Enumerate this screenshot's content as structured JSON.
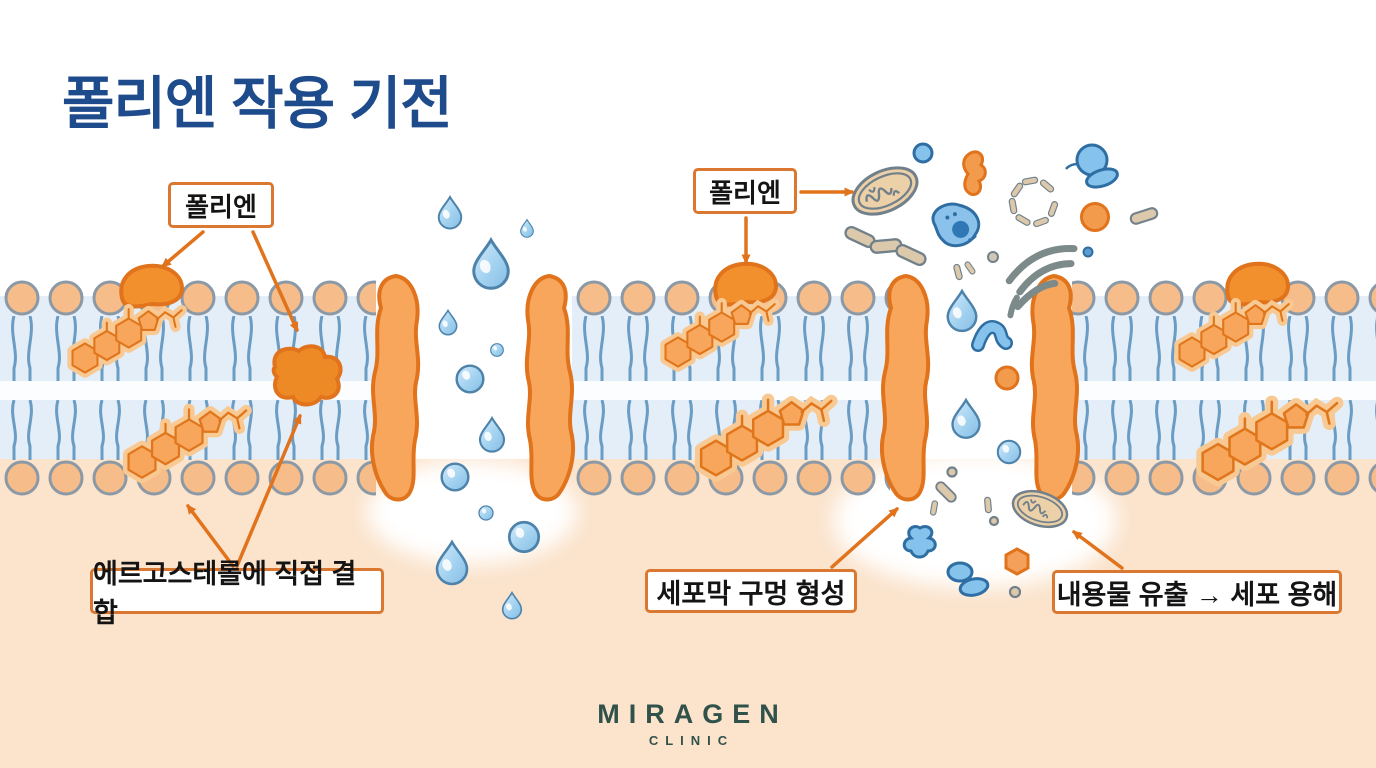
{
  "title": "폴리엔 작용 기전",
  "callouts": {
    "polyene_left": "폴리엔",
    "polyene_right": "폴리엔",
    "ergosterol_binding": "에르고스테롤에 직접 결합",
    "pore_formation": "세포막 구멍 형성",
    "leakage_lysis": "내용물 유출 → 세포 용해"
  },
  "logo": {
    "name": "MIRAGEN",
    "sub": "CLINIC"
  },
  "colors": {
    "title_navy": "#1e4b8b",
    "accent_orange": "#e0731c",
    "callout_border_orange": "#da7730",
    "lipid_head_fill": "#f6bd8a",
    "membrane_outline_gray": "#8a99a5",
    "tail_blue": "#6b9cc3",
    "membrane_band_blue": "#e4eef8",
    "cytoplasm_peach": "#fbe3cc",
    "sterol_orange": "#f7a65c",
    "sterol_halo": "#f9c993",
    "polyene_cap_orange": "#f1902c",
    "water_blue": "#9ecfee",
    "water_outline_blue": "#4d83ab",
    "organelle_blue": "#85c3ec",
    "organelle_tan": "#dcc9ab",
    "organelle_gray": "#71808a",
    "logo_green": "#31524a"
  }
}
